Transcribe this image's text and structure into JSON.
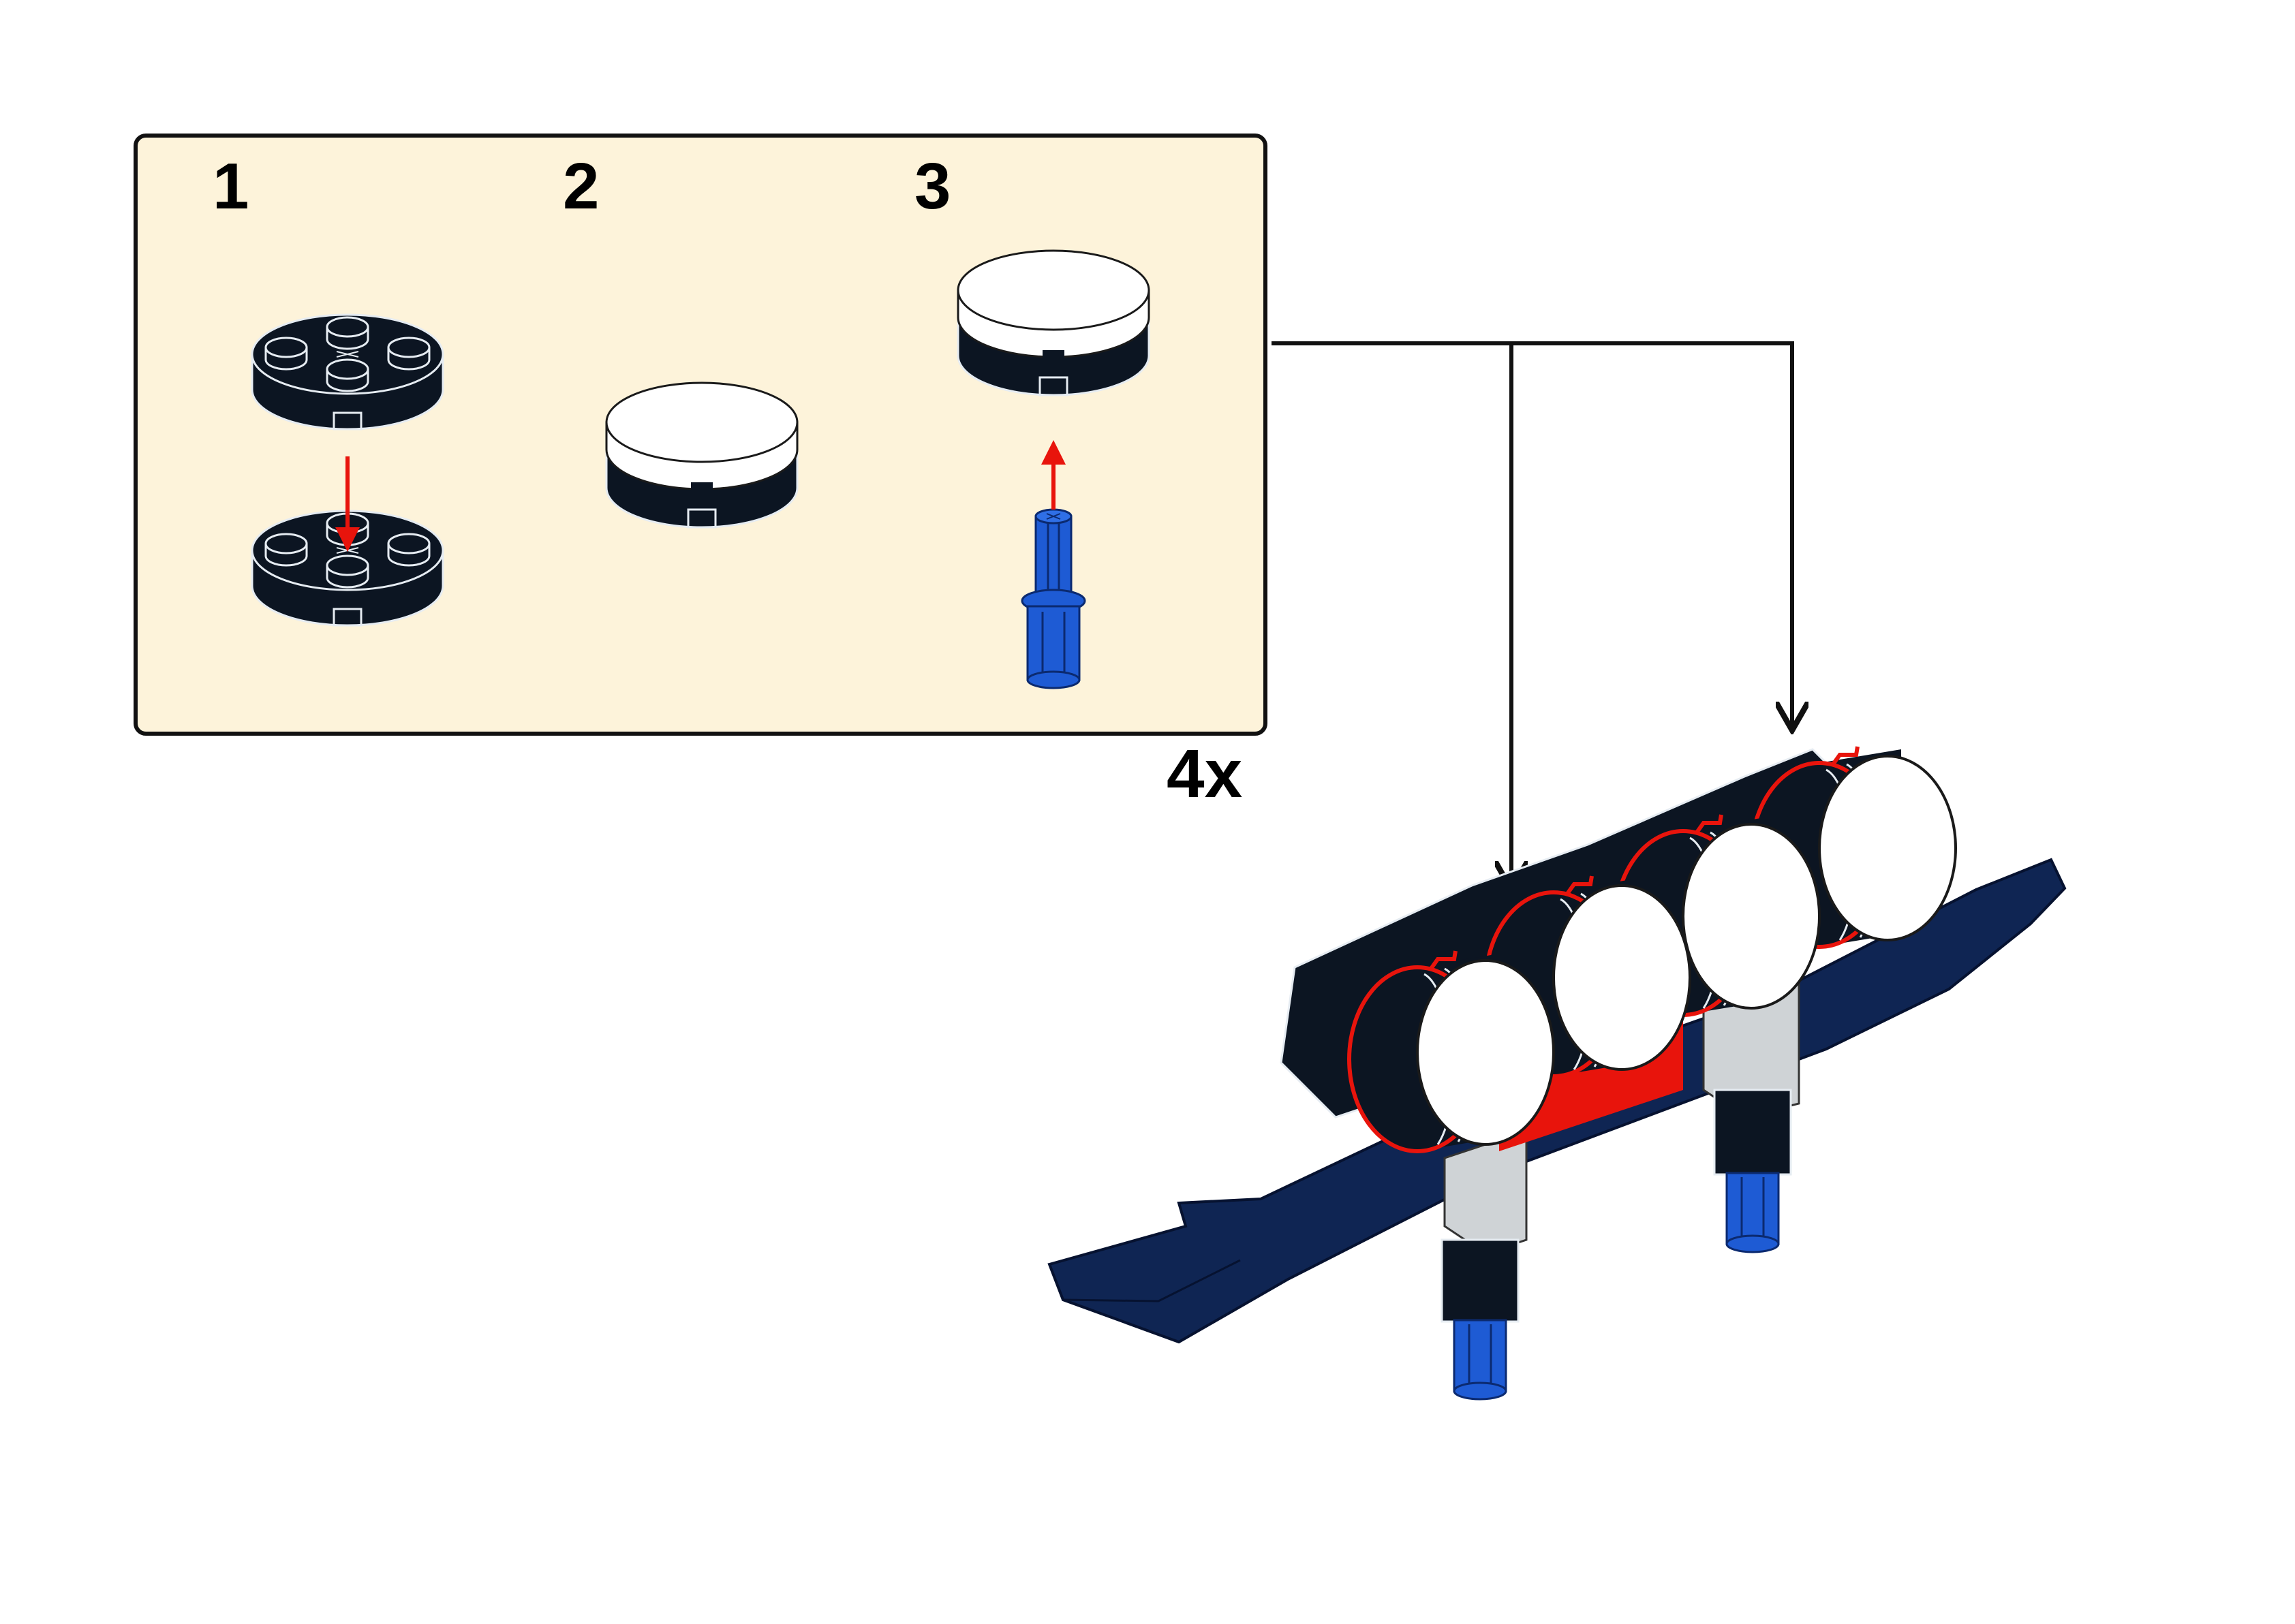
{
  "callout": {
    "steps": [
      {
        "number": "1"
      },
      {
        "number": "2"
      },
      {
        "number": "3"
      }
    ],
    "quantity": "4x"
  },
  "parts": {
    "round_plate_color": "#0c1522",
    "tile_color": "#ffffff",
    "pin_color": "#1e5bd4",
    "wing_color": "#0f2553",
    "connector_color": "#cfd3d6",
    "highlight_color": "#e8140c",
    "callout_background": "#fdf3da"
  },
  "icons": [
    "round-plate-2x2",
    "round-tile-2x2",
    "axle-pin",
    "wing-plate",
    "move-arrow"
  ]
}
